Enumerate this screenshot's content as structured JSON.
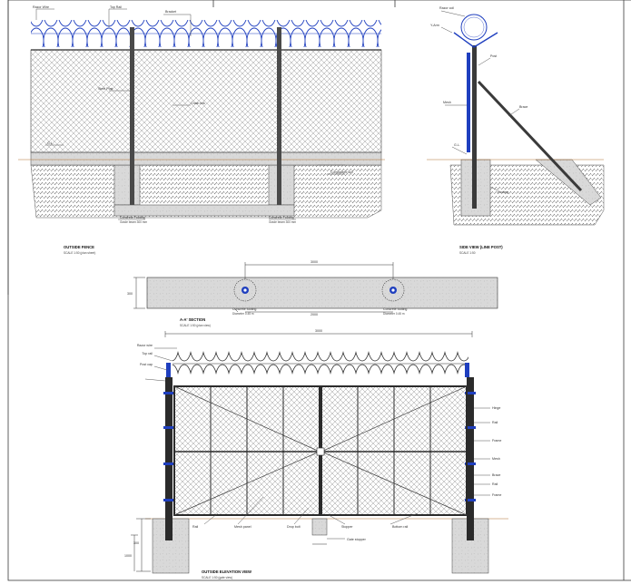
{
  "sheet": {
    "background": "#ffffff",
    "colors": {
      "razor_wire": "#1f3fbf",
      "concrete": "#d9d9d9",
      "soil_hatch": "#7a7a7a",
      "mesh": "#6e6e6e",
      "steel": "#2b2b2b",
      "ground_line": "#b07030"
    }
  },
  "views": {
    "outside_fence": {
      "caption": "OUTSIDE FENCE",
      "scale": "SCALE 1:50 (plan sheet)",
      "labels": {
        "razor_wire": "Razor Wire",
        "top_bar": "Top Rail",
        "post": "Steel Post",
        "mesh": "Chain link",
        "ground": "G.L.",
        "footing_left": "Concrete Footing",
        "footing_left_sub": "Grade beam 300 mm",
        "footing_right": "Concrete Footing",
        "footing_right_sub": "Grade beam 300 mm",
        "soil": "Compacted soil",
        "bracket": "Bracket"
      }
    },
    "side_view": {
      "caption": "SIDE VIEW (LINE POST)",
      "scale": "SCALE 1:50",
      "labels": {
        "coil": "Razor coil",
        "arm": "Y-Arm",
        "post": "Post",
        "mesh": "Mesh",
        "strut": "Brace",
        "ground": "G.L.",
        "footing": "Footing"
      }
    },
    "section": {
      "caption": "A-A' SECTION",
      "scale": "SCALE 1:50 (plan view)",
      "labels": {
        "width_dim": "3000",
        "height_dim": "300",
        "inner_dim": "2000",
        "post_left": "Concrete footing",
        "post_left_sub": "Diameter 0.45 m",
        "post_right": "Concrete footing",
        "post_right_sub": "Diameter 0.45 m"
      }
    },
    "gate": {
      "caption": "OUTSIDE ELEVATION VIEW",
      "scale": "SCALE 1:50 (gate view)",
      "labels": {
        "overall_width": "3000",
        "top_left_1": "Razor wire",
        "top_left_2": "Top rail",
        "top_left_3": "Post cap",
        "right_1": "Hinge",
        "right_2": "Rail",
        "right_3": "Frame",
        "right_4": "Mesh",
        "right_5": "Brace",
        "right_6": "Rail",
        "right_7": "Frame",
        "bottom_1": "Rail",
        "bottom_2": "Mesh panel",
        "bottom_3": "Drop bolt",
        "bottom_4": "Stopper",
        "bottom_5": "Bottom rail",
        "stopper_note": "Gate stopper",
        "left_dim_1": "300",
        "left_dim_2": "1000"
      }
    }
  }
}
